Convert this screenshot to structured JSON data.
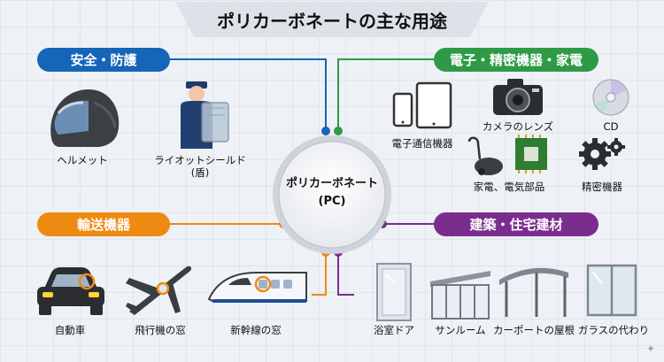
{
  "title": "ポリカーボネートの主な用途",
  "center": {
    "line1": "ポリカーボネート",
    "line2": "(PC)"
  },
  "categories": {
    "safety": {
      "label": "安全・防護",
      "color": "#1565b8"
    },
    "electronics": {
      "label": "電子・精密機器・家電",
      "color": "#2e9a46"
    },
    "transport": {
      "label": "輸送機器",
      "color": "#ee8a12"
    },
    "building": {
      "label": "建築・住宅建材",
      "color": "#7b2d8e"
    }
  },
  "items": {
    "helmet": "ヘルメット",
    "riot_shield_1": "ライオットシールド",
    "riot_shield_2": "(盾)",
    "electronic_comm": "電子通信機器",
    "camera_lens": "カメラのレンズ",
    "cd": "CD",
    "appliance_parts": "家電、電気部品",
    "precision": "精密機器",
    "car": "自動車",
    "plane_window": "飛行機の窓",
    "shinkansen_window": "新幹線の窓",
    "bath_door": "浴室ドア",
    "sunroom": "サンルーム",
    "carport_roof": "カーポートの屋根",
    "glass_alt": "ガラスの代わり"
  }
}
